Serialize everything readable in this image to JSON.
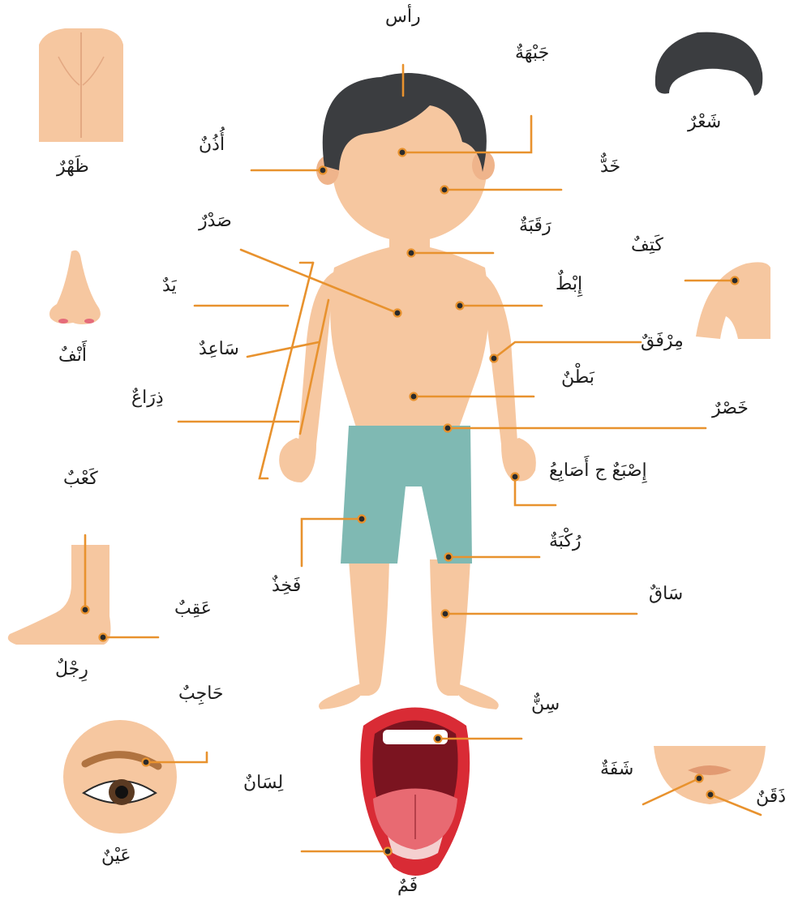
{
  "labels": {
    "head": "رأس",
    "forehead": "جَبْهَةٌ",
    "hair": "شَعْرٌ",
    "back": "ظَهْرٌ",
    "ear": "أُذُنٌ",
    "cheek": "خَدٌّ",
    "chest": "صَدْرٌ",
    "neck": "رَقَبَةٌ",
    "shoulder": "كَتِفٌ",
    "hand": "يَدٌ",
    "armpit": "إِبْطٌ",
    "upper_arm": "سَاعِدٌ",
    "elbow": "مِرْفَقٌ",
    "forearm": "ذِرَاعٌ",
    "belly": "بَطْنٌ",
    "nose": "أَنْفٌ",
    "waist": "خَصْرٌ",
    "ankle": "كَعْبٌ",
    "fingers": "إِصْبَعٌ ج أَصَابِعُ",
    "knee": "رُكْبَةٌ",
    "thigh": "فَخِذٌ",
    "shin": "سَاقٌ",
    "heel": "عَقِبٌ",
    "foot": "رِجْلٌ",
    "eyebrow": "حَاجِبٌ",
    "tooth": "سِنٌّ",
    "tongue": "لِسَانٌ",
    "lip": "شَفَةٌ",
    "chin": "ذَقَنٌ",
    "eye": "عَيْنٌ",
    "mouth": "فَمٌ"
  },
  "colors": {
    "leader_line": "#e8922e",
    "skin": "#f6c7a0",
    "hair": "#3b3d40",
    "shorts": "#7fb9b3",
    "mouth": "#d92b35"
  }
}
